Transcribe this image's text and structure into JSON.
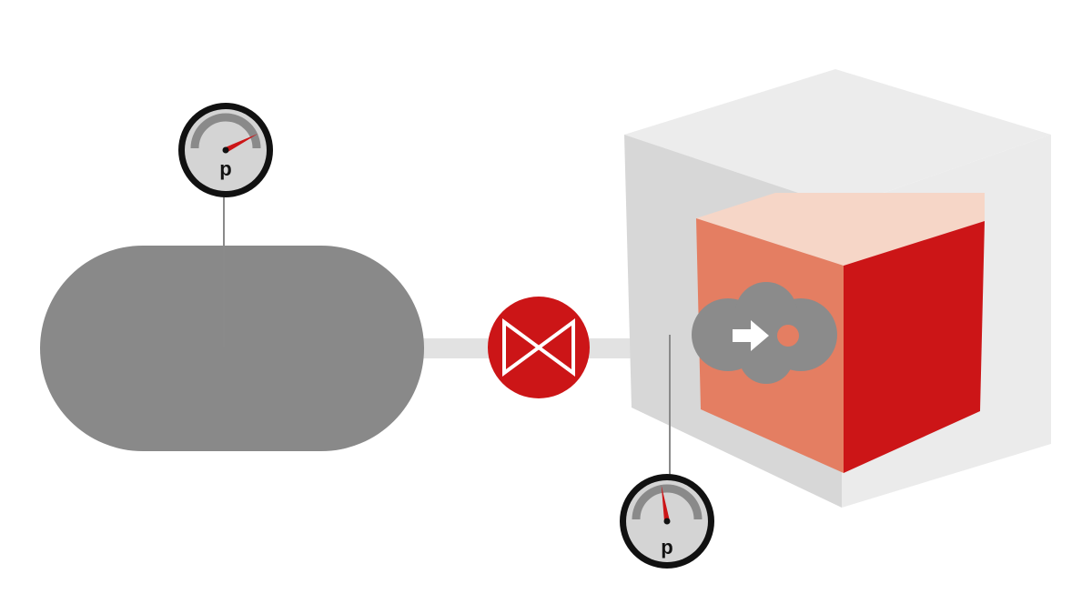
{
  "gauges": {
    "tank": {
      "label": "p",
      "needle_fraction": 0.85
    },
    "chamber": {
      "label": "p",
      "needle_fraction": 0.45
    }
  },
  "colors": {
    "tank": "#898989",
    "pipe": "#e2e2e2",
    "valve": "#cc1517",
    "valve_symbol": "#ffffff",
    "chamber_top": "#ececec",
    "chamber_front": "#d6d6d6",
    "chamber_side": "#ebebeb",
    "sample_top": "#f6d6c7",
    "sample_front": "#e47e62",
    "sample_side": "#cc1517",
    "cloud": "#8b8b8b",
    "molecule": "#e47e62",
    "arrow": "#ffffff",
    "gauge_ring": "#111111",
    "gauge_face": "#d4d4d4",
    "gauge_arc": "#8a8a8a",
    "needle": "#cc1517",
    "pointer_line": "#8a8a8a"
  },
  "icons": [
    "pressure-gauge-icon",
    "valve-icon",
    "arrow-right-icon",
    "molecule-icon",
    "cloud-icon"
  ]
}
